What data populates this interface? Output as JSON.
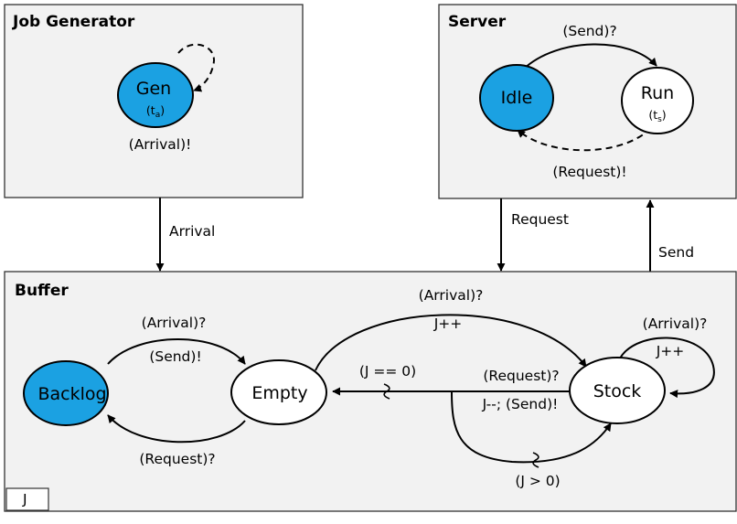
{
  "colors": {
    "accent_state": "#1ba1e2",
    "panel": "#f2f2f2"
  },
  "job_generator": {
    "title": "Job Generator",
    "state": {
      "name": "Gen",
      "sub_main": "(t",
      "sub_index": "a",
      "sub_close": ")"
    },
    "output_label": "(Arrival)!"
  },
  "server": {
    "title": "Server",
    "idle": "Idle",
    "run": {
      "name": "Run",
      "sub_main": "(t",
      "sub_index": "s",
      "sub_close": ")"
    },
    "send_label": "(Send)?",
    "request_label": "(Request)!"
  },
  "buffer": {
    "title": "Buffer",
    "variable": "J",
    "states": {
      "backlog": "Backlog",
      "empty": "Empty",
      "stock": "Stock"
    },
    "backlog_to_empty_guard": "(Arrival)?",
    "backlog_to_empty_action": "(Send)!",
    "empty_to_backlog": "(Request)?",
    "empty_to_stock_guard": "(Arrival)?",
    "empty_to_stock_action": "J++",
    "stock_self_guard": "(Arrival)?",
    "stock_self_action": "J++",
    "stock_request_guard": "(Request)?",
    "stock_request_action": "J--; (Send)!",
    "to_empty_condition": "(J == 0)",
    "to_stock_condition": "(J > 0)"
  },
  "links": {
    "arrival": "Arrival",
    "request": "Request",
    "send": "Send"
  }
}
